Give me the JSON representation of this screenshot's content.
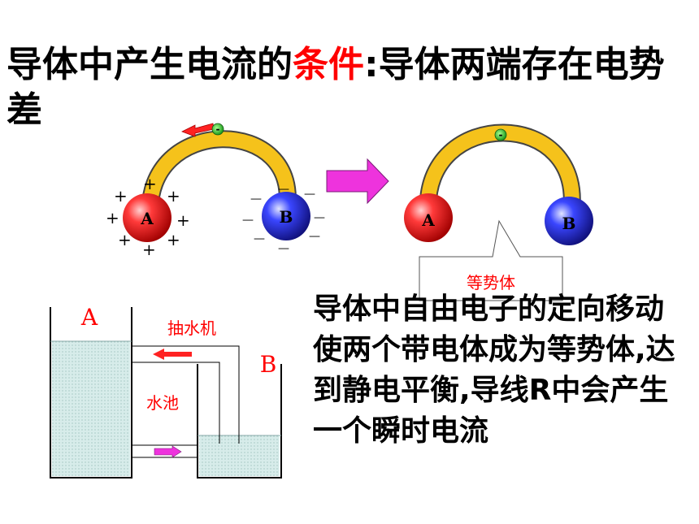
{
  "title": {
    "part1": "导体中产生电流的",
    "part2": "条件",
    "part3": ":导体两端存在电势差"
  },
  "colors": {
    "accent_red": "#ff0000",
    "conductor_yellow": "#f5c21b",
    "sphere_red": "#ee1a1a",
    "sphere_blue": "#2a2ad9",
    "arrow_magenta": "#ee33dd",
    "water": "#cde8e6"
  },
  "diagram_left": {
    "sphere_a_label": "A",
    "sphere_b_label": "B",
    "electron_symbol": "-",
    "plus_sign": "+",
    "minus_sign": "—"
  },
  "diagram_right": {
    "sphere_a_label": "A",
    "sphere_b_label": "B",
    "electron_symbol": "-",
    "callout": "等势体"
  },
  "water_diagram": {
    "label_a": "A",
    "label_b": "B",
    "pump_label": "抽水机",
    "pool_label": "水池"
  },
  "explanation": "导体中自由电子的定向移动使两个带电体成为等势体,达到静电平衡,导线R中会产生一个瞬时电流"
}
